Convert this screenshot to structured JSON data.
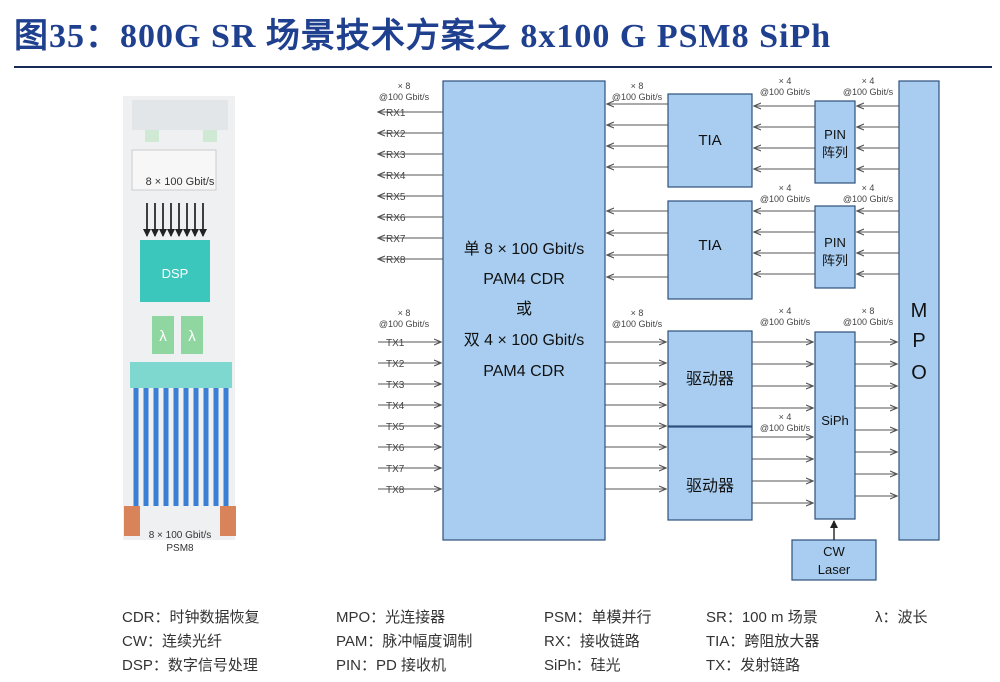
{
  "header": {
    "title": "图35：800G SR 场景技术方案之 8x100 G PSM8 SiPh"
  },
  "module": {
    "top_label": "8 × 100 Gbit/s",
    "dsp_label": "DSP",
    "lambda1": "λ",
    "lambda2": "λ",
    "bottom_label1": "8 × 100 Gbit/s",
    "bottom_label2": "PSM8"
  },
  "diagram": {
    "cdr_lines": [
      "单 8 × 100 Gbit/s",
      "PAM4 CDR",
      "或",
      "双 4 × 100 Gbit/s",
      "PAM4 CDR"
    ],
    "tia1": "TIA",
    "tia2": "TIA",
    "pin1": [
      "PIN",
      "阵列"
    ],
    "pin2": [
      "PIN",
      "阵列"
    ],
    "driver1": "驱动器",
    "driver2": "驱动器",
    "siph": "SiPh",
    "mpo_letters": [
      "M",
      "P",
      "O"
    ],
    "cw_laser": [
      "CW",
      "Laser"
    ],
    "rx_labels": [
      "RX1",
      "RX2",
      "RX3",
      "RX4",
      "RX5",
      "RX6",
      "RX7",
      "RX8"
    ],
    "tx_labels": [
      "TX1",
      "TX2",
      "TX3",
      "TX4",
      "TX5",
      "TX6",
      "TX7",
      "TX8"
    ],
    "x8": "× 8",
    "x4": "× 4",
    "rate": "@100 Gbit/s"
  },
  "legend": {
    "col1": [
      "CDR：时钟数据恢复",
      "CW：连续光纤",
      "DSP：数字信号处理"
    ],
    "col2": [
      "MPO：光连接器",
      "PAM：脉冲幅度调制",
      "PIN：PD 接收机"
    ],
    "col3": [
      "PSM：单模并行",
      "RX：接收链路",
      "SiPh：硅光"
    ],
    "col4": [
      "SR：100 m 场景",
      "TIA：跨阻放大器",
      "TX：发射链路"
    ],
    "col5": [
      "λ：波长"
    ]
  },
  "colors": {
    "title": "#1f3f8f",
    "block": "#a8cdf0",
    "block_stroke": "#2d4f7a",
    "dsp": "#3cc7bd",
    "lambda": "#8fd6a0",
    "fiber": "#3a7fd4",
    "connector": "#d9835a"
  }
}
